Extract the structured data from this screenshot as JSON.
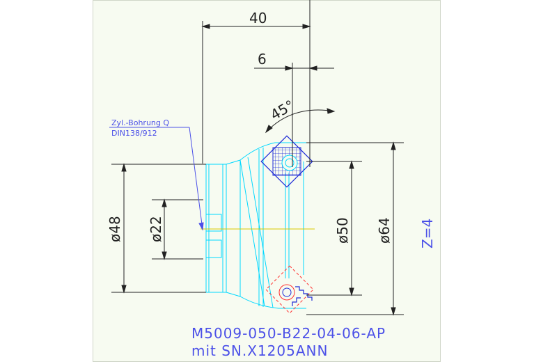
{
  "drawing": {
    "dims": {
      "overall_length": "40",
      "insert_offset": "6",
      "angle": "45°",
      "bore_dia": "ø22",
      "hub_dia": "ø48",
      "inner_dia": "ø50",
      "outer_dia": "ø64"
    },
    "annotation": {
      "line1": "Zyl.-Bohrung Q",
      "line2": "DIN138/912"
    },
    "teeth": "Z=4",
    "part_number": "M5009-050-B22-04-06-AP",
    "insert_spec": "mit SN.X1205ANN"
  },
  "colors": {
    "dimension": "#222222",
    "body_outline": "#00d8ff",
    "insert": "#1e2bd6",
    "center_line": "#d8c800",
    "annotation": "#4b50e8",
    "red_detail": "#ff3030"
  }
}
